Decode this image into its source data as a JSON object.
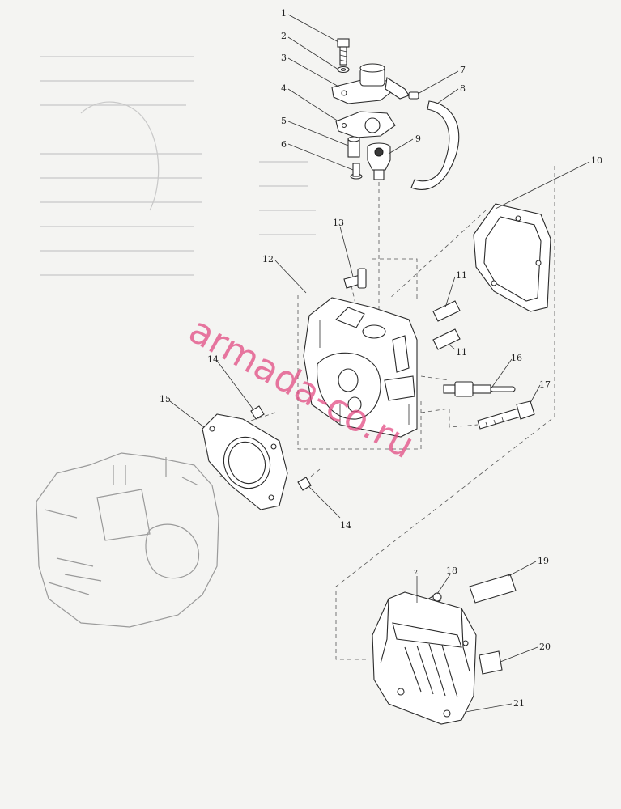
{
  "watermark": "armada-co.ru",
  "callouts": [
    "1",
    "2",
    "3",
    "4",
    "5",
    "6",
    "7",
    "8",
    "9",
    "10",
    "11",
    "11",
    "12",
    "13",
    "14",
    "14",
    "15",
    "16",
    "17",
    "2",
    "18",
    "19",
    "20",
    "21"
  ]
}
